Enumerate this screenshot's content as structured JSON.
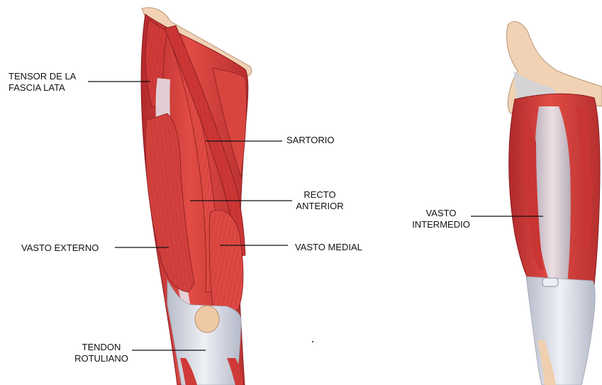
{
  "labels": {
    "tensor_fascia_lata": "TENSOR DE LA\nFASCIA LATA",
    "sartorio": "SARTORIO",
    "recto_anterior": "RECTO\nANTERIOR",
    "vasto_externo": "VASTO EXTERNO",
    "vasto_medial": "VASTO MEDIAL",
    "tendon_rotuliano": "TENDON\nROTULIANO",
    "vasto_intermedio": "VASTO\nINTERMEDIO"
  },
  "colors": {
    "muscle": "#d8403d",
    "muscle_dark": "#a8242a",
    "muscle_light": "#ec7a6e",
    "tendon": "#dcdfe8",
    "bone": "#f2d2b2",
    "leader_line": "#111111"
  }
}
